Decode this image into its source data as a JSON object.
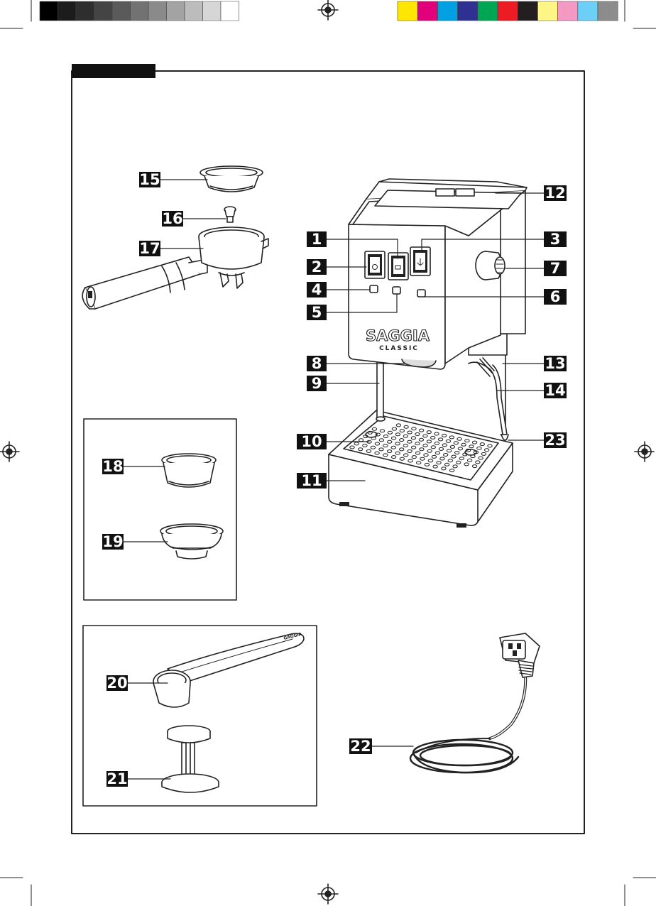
{
  "registration": {
    "gray_swatches": [
      "#000000",
      "#1c1c1c",
      "#2e2e2e",
      "#444444",
      "#5a5a5a",
      "#727272",
      "#8a8a8a",
      "#a3a3a3",
      "#bcbcbc",
      "#d6d6d6",
      "#ffffff"
    ],
    "color_swatches": [
      "#ffe600",
      "#e2007a",
      "#00a0e3",
      "#2e3192",
      "#00a651",
      "#ed1c24",
      "#231f20",
      "#fff685",
      "#f49ac2",
      "#6dcff6",
      "#8c8c8c"
    ]
  },
  "brand": {
    "name": "SAGGIA",
    "model": "CLASSIC",
    "scoop_logo": "GAGGIA"
  },
  "labels": [
    "1",
    "2",
    "3",
    "4",
    "5",
    "6",
    "7",
    "8",
    "9",
    "10",
    "11",
    "12",
    "13",
    "14",
    "15",
    "16",
    "17",
    "18",
    "19",
    "20",
    "21",
    "22",
    "23"
  ]
}
